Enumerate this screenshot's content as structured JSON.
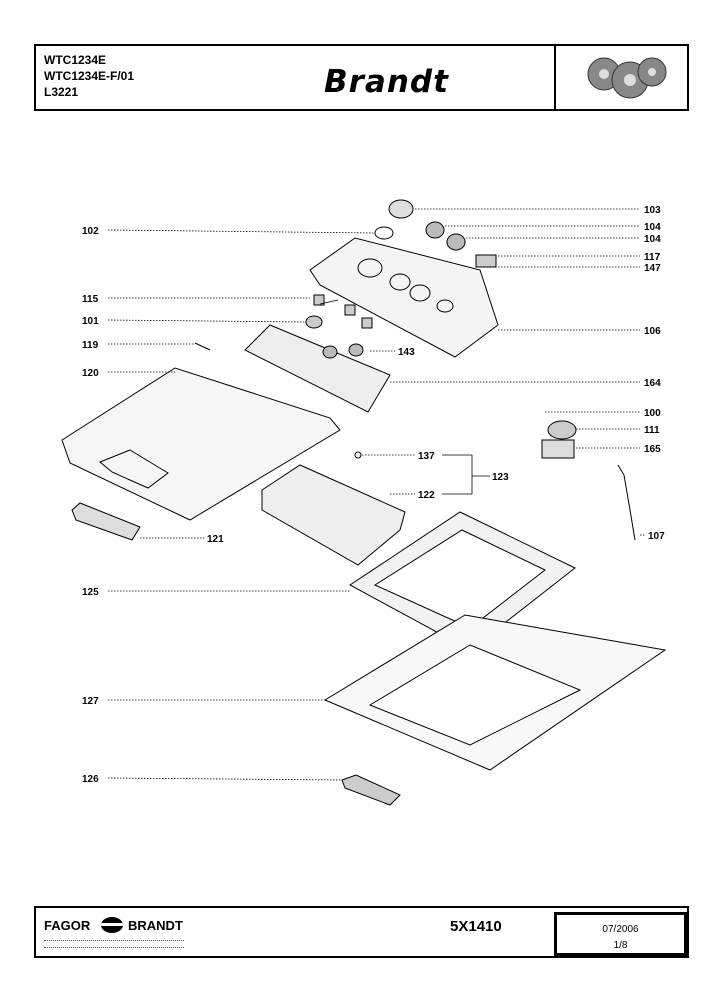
{
  "header": {
    "models": [
      "WTC1234E",
      "WTC1234E-F/01",
      "L3221"
    ],
    "brand": "Brandt"
  },
  "footer": {
    "fagor": "FAGOR",
    "brandt": "BRANDT",
    "code": "5X1410",
    "date": "07/2006",
    "page": "1/8"
  },
  "callouts": {
    "p103": "103",
    "p104a": "104",
    "p104b": "104",
    "p102": "102",
    "p117": "117",
    "p147": "147",
    "p115": "115",
    "p101": "101",
    "p106": "106",
    "p119": "119",
    "p143": "143",
    "p120": "120",
    "p164": "164",
    "p100": "100",
    "p111": "111",
    "p165": "165",
    "p137": "137",
    "p123": "123",
    "p122": "122",
    "p107": "107",
    "p121": "121",
    "p125": "125",
    "p127": "127",
    "p126": "126"
  }
}
